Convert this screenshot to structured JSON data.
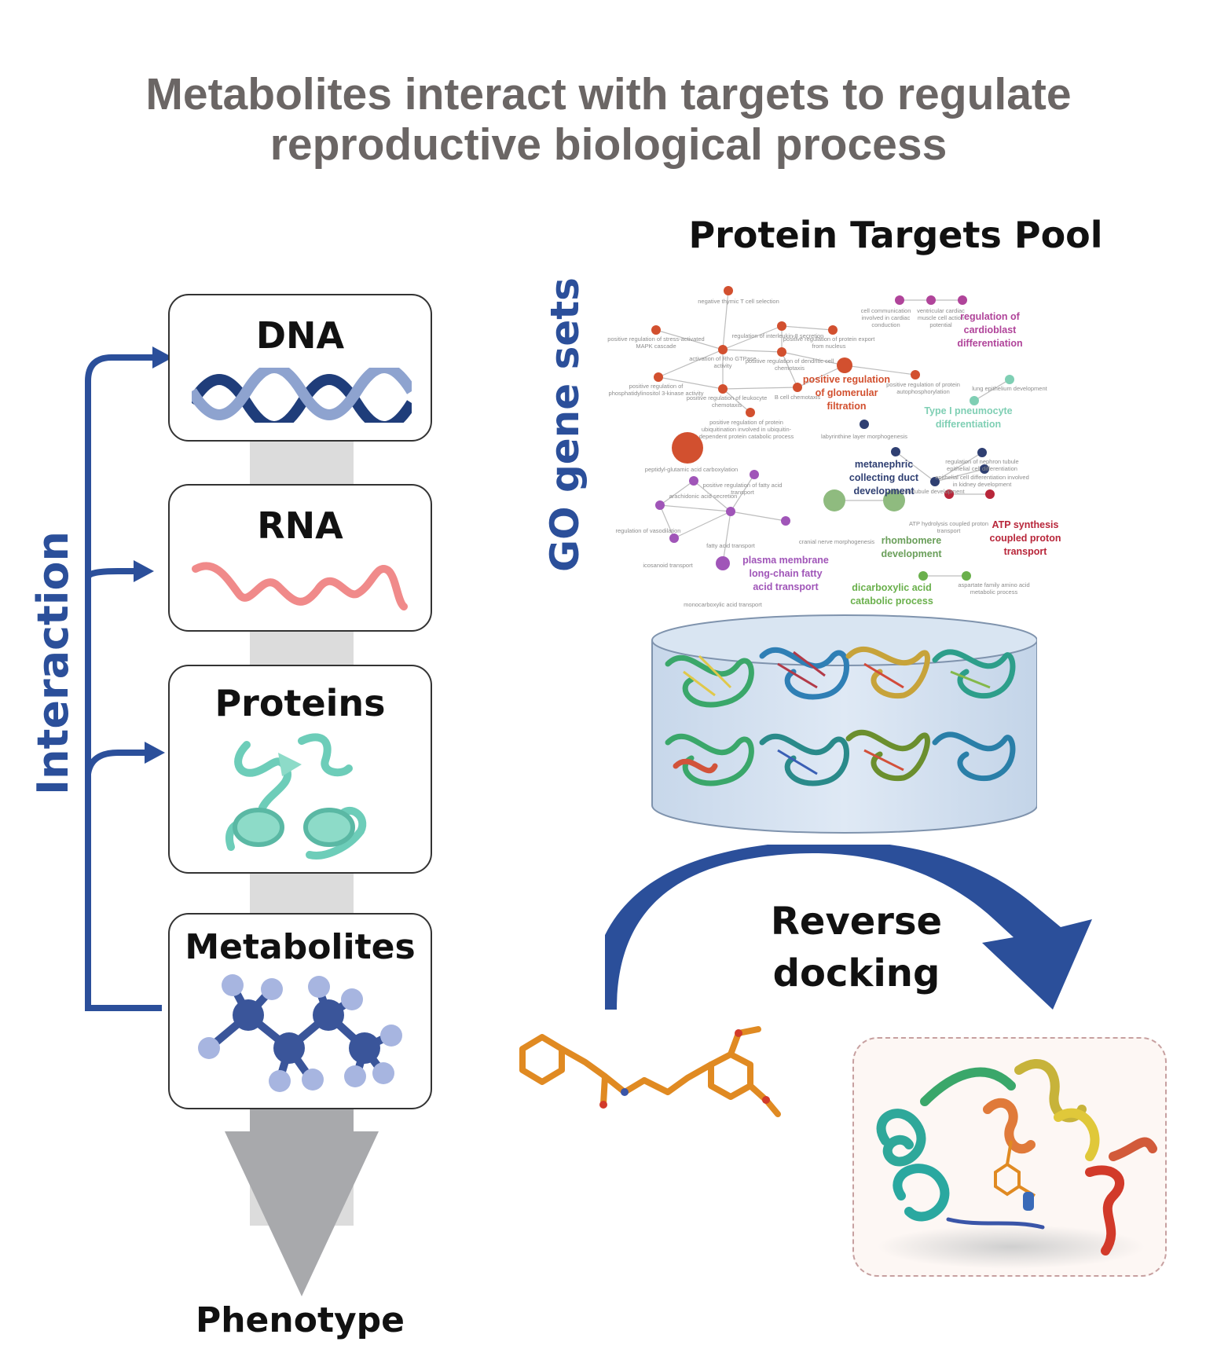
{
  "title": {
    "line1": "Metabolites interact with targets to regulate",
    "line2": "reproductive biological process"
  },
  "left_panel": {
    "interaction_label": "Interaction",
    "boxes": [
      {
        "label": "DNA",
        "icon": "dna-double-helix-icon"
      },
      {
        "label": "RNA",
        "icon": "rna-strand-icon"
      },
      {
        "label": "Proteins",
        "icon": "protein-ribbon-icon"
      },
      {
        "label": "Metabolites",
        "icon": "metabolite-molecule-icon"
      }
    ],
    "output_label": "Phenotype"
  },
  "right_panel": {
    "pool_title": "Protein Targets Pool",
    "go_label": "GO gene sets",
    "docking_label_line1": "Reverse",
    "docking_label_line2": "docking"
  },
  "go_network": {
    "cluster_labels": [
      {
        "text": "regulation of cardioblast differentiation",
        "color": "#b0449a"
      },
      {
        "text": "positive regulation of glomerular filtration",
        "color": "#d2502f"
      },
      {
        "text": "Type I pneumocyte differentiation",
        "color": "#7fcfb4"
      },
      {
        "text": "metanephric collecting duct development",
        "color": "#2f3f72"
      },
      {
        "text": "plasma membrane long-chain fatty acid transport",
        "color": "#a055b8"
      },
      {
        "text": "rhombomere development",
        "color": "#6a9f5a"
      },
      {
        "text": "ATP synthesis coupled proton transport",
        "color": "#b8263a"
      },
      {
        "text": "dicarboxylic acid catabolic process",
        "color": "#6ab04c"
      }
    ],
    "small_labels": [
      "negative thymic T cell selection",
      "positive regulation of stress-activated MAPK cascade",
      "regulation of interleukin-8 secretion",
      "positive regulation of protein export from nucleus",
      "activation of Rho GTPase activity",
      "positive regulation of dendritic cell chemotaxis",
      "positive regulation of phosphatidylinositol 3-kinase activity",
      "positive regulation of leukocyte chemotaxis",
      "B cell chemotaxis",
      "positive regulation of protein autophosphorylation",
      "positive regulation of protein ubiquitination involved in ubiquitin-dependent protein catabolic process",
      "peptidyl-glutamic acid carboxylation",
      "cell communication involved in cardiac conduction",
      "ventricular cardiac muscle cell action potential",
      "lung epithelium development",
      "labyrinthine layer morphogenesis",
      "regulation of nephron tubule epithelial cell differentiation",
      "epithelial cell differentiation involved in kidney development",
      "nephron tubule development",
      "positive regulation of fatty acid transport",
      "arachidonic acid secretion",
      "regulation of vasodilation",
      "fatty acid transport",
      "icosanoid transport",
      "monocarboxylic acid transport",
      "cranial nerve morphogenesis",
      "ATP hydrolysis coupled proton transport",
      "aspartate family amino acid metabolic process"
    ]
  }
}
